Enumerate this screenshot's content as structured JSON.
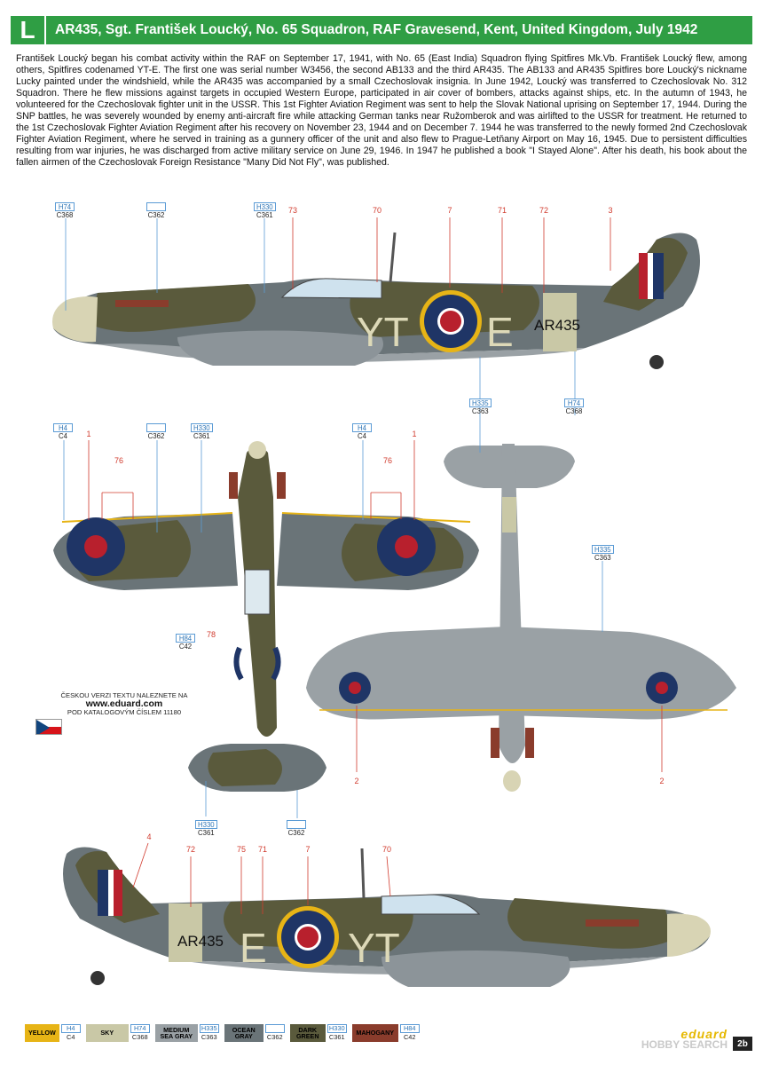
{
  "header": {
    "letter": "L",
    "title": "AR435, Sgt. František Loucký, No. 65 Squadron, RAF Gravesend, Kent, United Kingdom, July 1942"
  },
  "bio": "František Loucký began his combat activity within the RAF on September 17, 1941, with No. 65 (East India) Squadron flying Spitfires Mk.Vb. František Loucký flew, among others, Spitfires codenamed YT-E. The first one was serial number W3456, the second AB133 and the third AR435. The AB133 and AR435 Spitfires bore Loucký's nickname Lucky painted under the windshield, while the AR435 was accompanied by a small Czechoslovak insignia. In June 1942, Loucký was transferred to Czechoslovak No. 312 Squadron. There he flew missions against targets in occupied Western Europe, participated in air cover of bombers, attacks against ships, etc. In the autumn of 1943, he volunteered for the Czechoslovak fighter unit in the USSR. This 1st Fighter Aviation Regiment was sent to help the Slovak National uprising on September 17, 1944. During the SNP battles, he was severely wounded by enemy anti-aircraft fire while attacking German tanks near Ružomberok and was airlifted to the USSR for treatment. He returned to the 1st Czechoslovak Fighter Aviation Regiment after his recovery on November 23, 1944 and on December 7. 1944 he was transferred to the newly formed 2nd Czechoslovak Fighter Aviation Regiment, where he served in training as a gunnery officer of the unit and also flew to Prague-Letňany Airport on May 16, 1945. Due to persistent difficulties resulting from war injuries, he was discharged from active military service on June 29, 1946. In 1947 he published a book \"I Stayed Alone\". After his death, his book about the fallen airmen of the Czechoslovak Foreign Resistance \"Many Did Not Fly\", was published.",
  "aircraft": {
    "code_left": "YT",
    "code_right": "E",
    "serial": "AR435"
  },
  "callouts_top": [
    "73",
    "70",
    "7",
    "71",
    "72",
    "3"
  ],
  "callouts_plan_left": [
    "1",
    "76",
    "78"
  ],
  "callouts_plan_right": [
    "1",
    "76"
  ],
  "callouts_bottom_view": [
    "2",
    "2"
  ],
  "callouts_lower_profile": [
    "4",
    "72",
    "75",
    "71",
    "7",
    "70"
  ],
  "tags": {
    "h74_c368": {
      "top": "H74",
      "bot": "C368"
    },
    "c362": {
      "top": "",
      "bot": "C362"
    },
    "h330_c361": {
      "top": "H330",
      "bot": "C361"
    },
    "h335_c363": {
      "top": "H335",
      "bot": "C363"
    },
    "h4_c4": {
      "top": "H4",
      "bot": "C4"
    },
    "h84_c42": {
      "top": "H84",
      "bot": "C42"
    }
  },
  "czech_note": {
    "line1": "ČESKOU VERZI TEXTU NALEZNETE NA",
    "url": "www.eduard.com",
    "line2": "POD KATALOGOVÝM ČÍSLEM 11180"
  },
  "legend": [
    {
      "name": "YELLOW",
      "top": "H4",
      "bot": "C4",
      "color": "#e7b416"
    },
    {
      "name": "SKY",
      "top": "H74",
      "bot": "C368",
      "color": "#c9c8a6"
    },
    {
      "name": "MEDIUM SEA GRAY",
      "top": "H335",
      "bot": "C363",
      "color": "#9aa1a5"
    },
    {
      "name": "OCEAN GRAY",
      "top": "",
      "bot": "C362",
      "color": "#6a7478"
    },
    {
      "name": "DARK GREEN",
      "top": "H330",
      "bot": "C361",
      "color": "#5a5a3c"
    },
    {
      "name": "MAHOGANY",
      "top": "H84",
      "bot": "C42",
      "color": "#8a3c2c"
    }
  ],
  "brand": {
    "logo": "eduard",
    "watermark": "HOBBY SEARCH"
  },
  "page_number": "2b",
  "colors": {
    "header_green": "#2f9e44",
    "dark_green": "#5a5a3c",
    "ocean_gray": "#6a7478",
    "sea_gray": "#9aa1a5",
    "sky": "#c9c8a6",
    "roundel_blue": "#1f3566",
    "roundel_red": "#b8202d",
    "roundel_yellow": "#e7b416",
    "callout_red": "#d13b2e"
  }
}
